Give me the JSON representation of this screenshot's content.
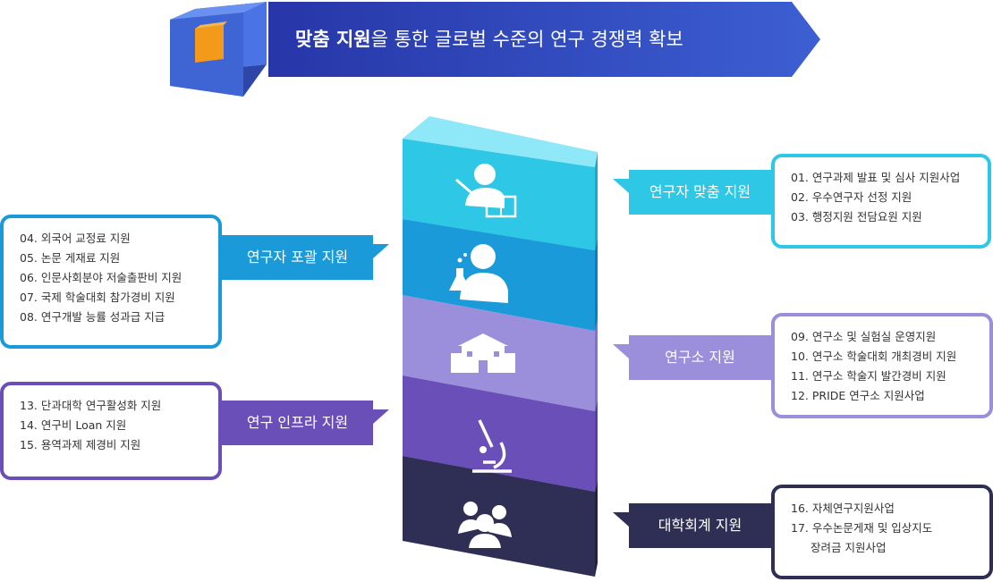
{
  "banner": {
    "title_bold": "맞춤 지원",
    "title_rest": "을 통한 글로벌 수준의 연구 경쟁력 확보",
    "colors": {
      "start": "#2b3cb0",
      "end": "#3b5cd0"
    }
  },
  "layers": [
    {
      "icon": "teacher-board-icon",
      "color": "#2ec8e6"
    },
    {
      "icon": "researcher-flask-icon",
      "color": "#1a9ad8"
    },
    {
      "icon": "institute-building-icon",
      "color": "#9b8fdc"
    },
    {
      "icon": "microscope-icon",
      "color": "#6a4fb8"
    },
    {
      "icon": "group-people-icon",
      "color": "#2f2f55"
    }
  ],
  "categories": {
    "researcher_custom": {
      "label": "연구자 맞춤 지원",
      "color": "#2ec8e6",
      "items": [
        "01. 연구과제 발표 및 심사 지원사업",
        "02. 우수연구자 선정 지원",
        "03. 행정지원 전담요원 지원"
      ]
    },
    "researcher_inclusive": {
      "label": "연구자 포괄 지원",
      "color": "#1a9ad8",
      "items": [
        "04. 외국어 교정료 지원",
        "05. 논문 게재료 지원",
        "06. 인문사회분야 저술출판비 지원",
        "07. 국제 학술대회 참가경비 지원",
        "08. 연구개발 능률 성과급 지급"
      ]
    },
    "institute": {
      "label": "연구소 지원",
      "color": "#9b8fdc",
      "items": [
        "09. 연구소 및 실험실 운영지원",
        "10. 연구소 학술대회 개최경비 지원",
        "11. 연구소 학술지 발간경비 지원",
        "12. PRIDE 연구소 지원사업"
      ]
    },
    "infrastructure": {
      "label": "연구 인프라 지원",
      "color": "#6a4fb8",
      "items": [
        "13. 단과대학 연구활성화 지원",
        "14. 연구비 Loan 지원",
        "15. 용역과제 제경비 지원"
      ]
    },
    "accounting": {
      "label": "대학회계 지원",
      "color": "#2f2f55",
      "items": [
        "16. 자체연구지원사업",
        "17. 우수논문게재 및 입상지도",
        "장려금 지원사업"
      ]
    }
  }
}
